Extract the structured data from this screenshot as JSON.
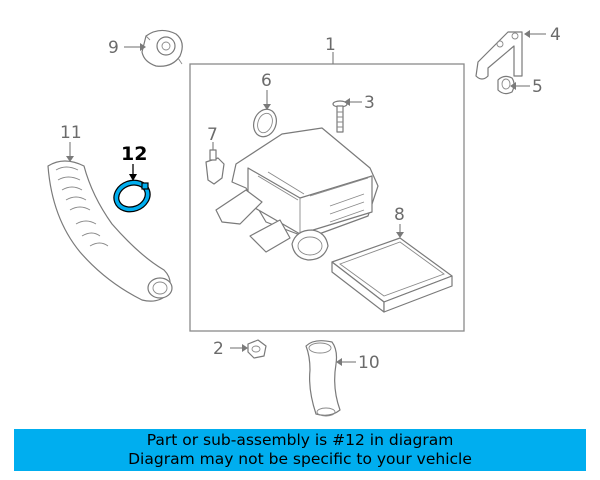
{
  "diagram": {
    "callouts": [
      "1",
      "2",
      "3",
      "4",
      "5",
      "6",
      "7",
      "8",
      "9",
      "10",
      "11",
      "12"
    ],
    "highlighted_part": "12",
    "highlight_color": "#00aeef"
  },
  "banner": {
    "line1": "Part or sub-assembly is #12 in diagram",
    "line2": "Diagram may not be specific to your vehicle",
    "background": "#00aeef"
  }
}
